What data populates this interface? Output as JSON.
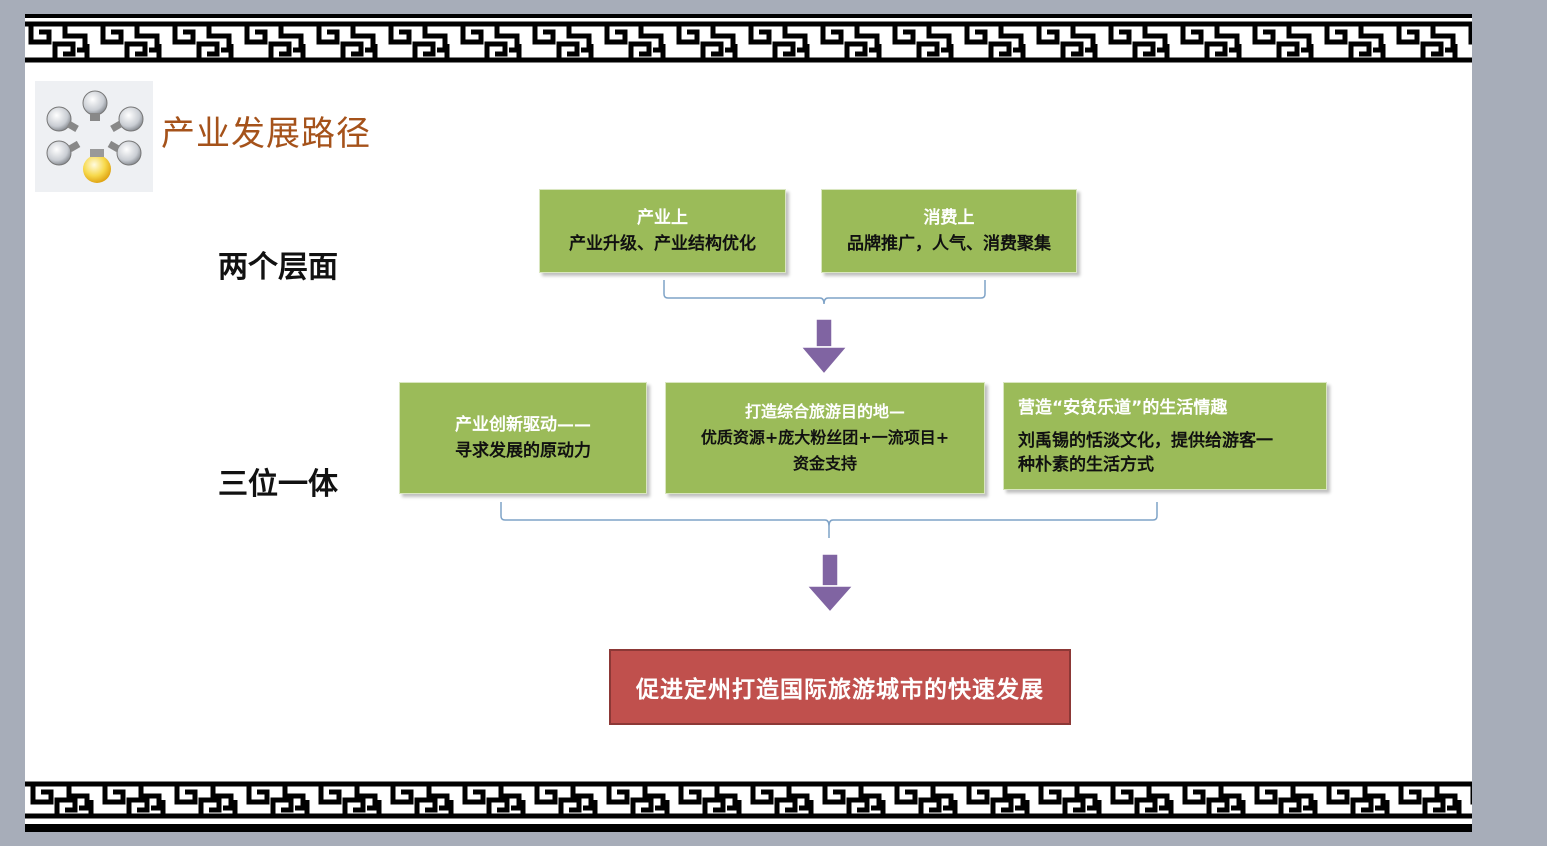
{
  "title": "产业发展路径",
  "rows": [
    {
      "label": "两个层面",
      "boxes": [
        {
          "heading": "产业上",
          "lines": [
            "产业升级、产业结构优化"
          ]
        },
        {
          "heading": "消费上",
          "lines": [
            "品牌推广，人气、消费聚集"
          ]
        }
      ]
    },
    {
      "label": "三位一体",
      "boxes": [
        {
          "heading": "产业创新驱动——",
          "lines": [
            "寻求发展的原动力"
          ]
        },
        {
          "heading": "打造综合旅游目的地—",
          "lines": [
            "优质资源+庞大粉丝团+一流项目+",
            "资金支持"
          ]
        },
        {
          "heading": "营造“安贫乐道”的生活情趣",
          "lines": [
            "刘禹锡的恬淡文化，提供给游客一",
            "种朴素的生活方式"
          ]
        }
      ]
    }
  ],
  "result": "促进定州打造国际旅游城市的快速发展",
  "colors": {
    "green_box": "#9bbb59",
    "result_box": "#c0504d",
    "arrow": "#8064a2",
    "title": "#a5521a",
    "connector": "#7fa3c7"
  },
  "icons": {
    "logo": "lightbulbs-circle-icon",
    "arrow": "down-arrow-icon"
  }
}
